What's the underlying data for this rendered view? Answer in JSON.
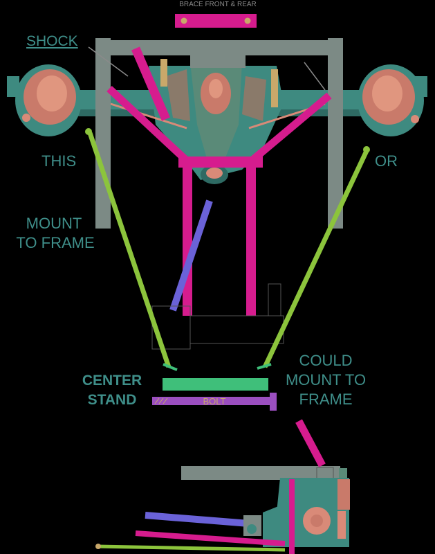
{
  "labels": {
    "brace": "BRACE FRONT & REAR",
    "shock": "SHOCK",
    "this": "THIS",
    "or": "OR",
    "mount_line1": "MOUNT",
    "mount_line2": "TO FRAME",
    "center_line1": "CENTER",
    "center_line2": "STAND",
    "bolt": "BOLT",
    "could_line1": "COULD",
    "could_line2": "MOUNT TO",
    "could_line3": "FRAME"
  },
  "colors": {
    "frame_gray": "#7c8a85",
    "brace_magenta": "#d61c8e",
    "rod_green": "#8cc43c",
    "rod_blue": "#6a62d8",
    "stand_green": "#3fbf7a",
    "bolt_purple": "#9b4fc0",
    "axle_salmon": "#d98a78",
    "axle_teal": "#3e8a80",
    "label_teal": "#3f8f8a"
  }
}
